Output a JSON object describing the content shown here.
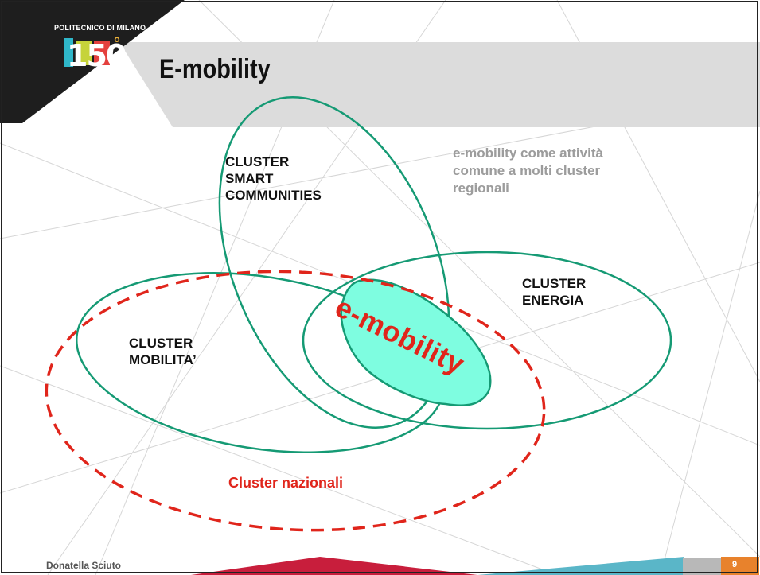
{
  "header": {
    "institution": "POLITECNICO DI MILANO",
    "anniversary": "150",
    "degree": "°",
    "title": "E-mobility"
  },
  "diagram": {
    "clusters": [
      {
        "id": "smart",
        "lines": [
          "CLUSTER",
          "SMART",
          "COMMUNITIES"
        ]
      },
      {
        "id": "energia",
        "lines": [
          "CLUSTER",
          "ENERGIA"
        ]
      },
      {
        "id": "mobilita",
        "lines": [
          "CLUSTER",
          "MOBILITA’"
        ]
      }
    ],
    "intersection_label": "e-mobility",
    "national_label": "Cluster nazionali",
    "note_lines": [
      "e-mobility come attività",
      "comune a molti cluster",
      "regionali"
    ]
  },
  "footer": {
    "author": "Donatella Sciuto",
    "page": "9"
  },
  "colors": {
    "cluster_outline": "#159a74",
    "intersection_fill": "#7efde0",
    "accent_red": "#e0251b",
    "note_gray": "#9c9c9c",
    "header_band": "#dcdcdc",
    "footer_orange": "#e8822c"
  }
}
